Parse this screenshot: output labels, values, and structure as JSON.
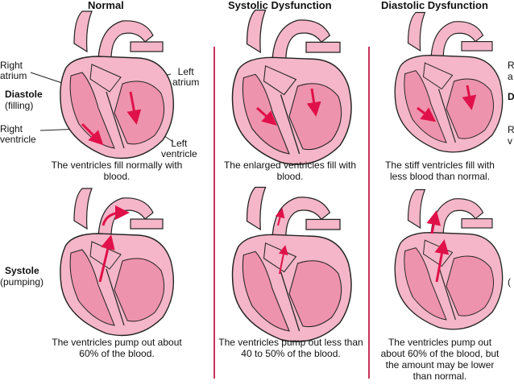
{
  "headers": {
    "normal": "Normal",
    "systolic": "Systolic Dysfunction",
    "diastolic": "Diastolic Dysfunction"
  },
  "row_labels": {
    "diastole": "Diastole",
    "diastole_sub": "(filling)",
    "systole": "Systole",
    "systole_sub": "(pumping)"
  },
  "parts": {
    "right_atrium": [
      "Right",
      "atrium"
    ],
    "right_ventricle": [
      "Right",
      "ventricle"
    ],
    "left_atrium": [
      "Left",
      "atrium"
    ],
    "left_ventricle": [
      "Left",
      "ventricle"
    ]
  },
  "captions": {
    "normal_diastole": "The ventricles fill normally with blood.",
    "systolic_diastole": "The enlarged ventricles fill with blood.",
    "diastolic_diastole": "The stiff ventricles fill with less blood than normal.",
    "normal_systole": "The ventricles pump out about 60% of the blood.",
    "systolic_systole": "The ventricles pump out less than 40 to 50% of the blood.",
    "diastolic_systole": "The ventricles pump out about 60% of the blood, but the amount may be lower than normal."
  },
  "edge_letters": [
    "R",
    "a",
    "D",
    "R",
    "v",
    "("
  ],
  "colors": {
    "heart_fill": "#f4b6c8",
    "heart_inner": "#ee93ad",
    "outline": "#222222",
    "arrow": "#e0114a",
    "divider": "#c7335a"
  }
}
